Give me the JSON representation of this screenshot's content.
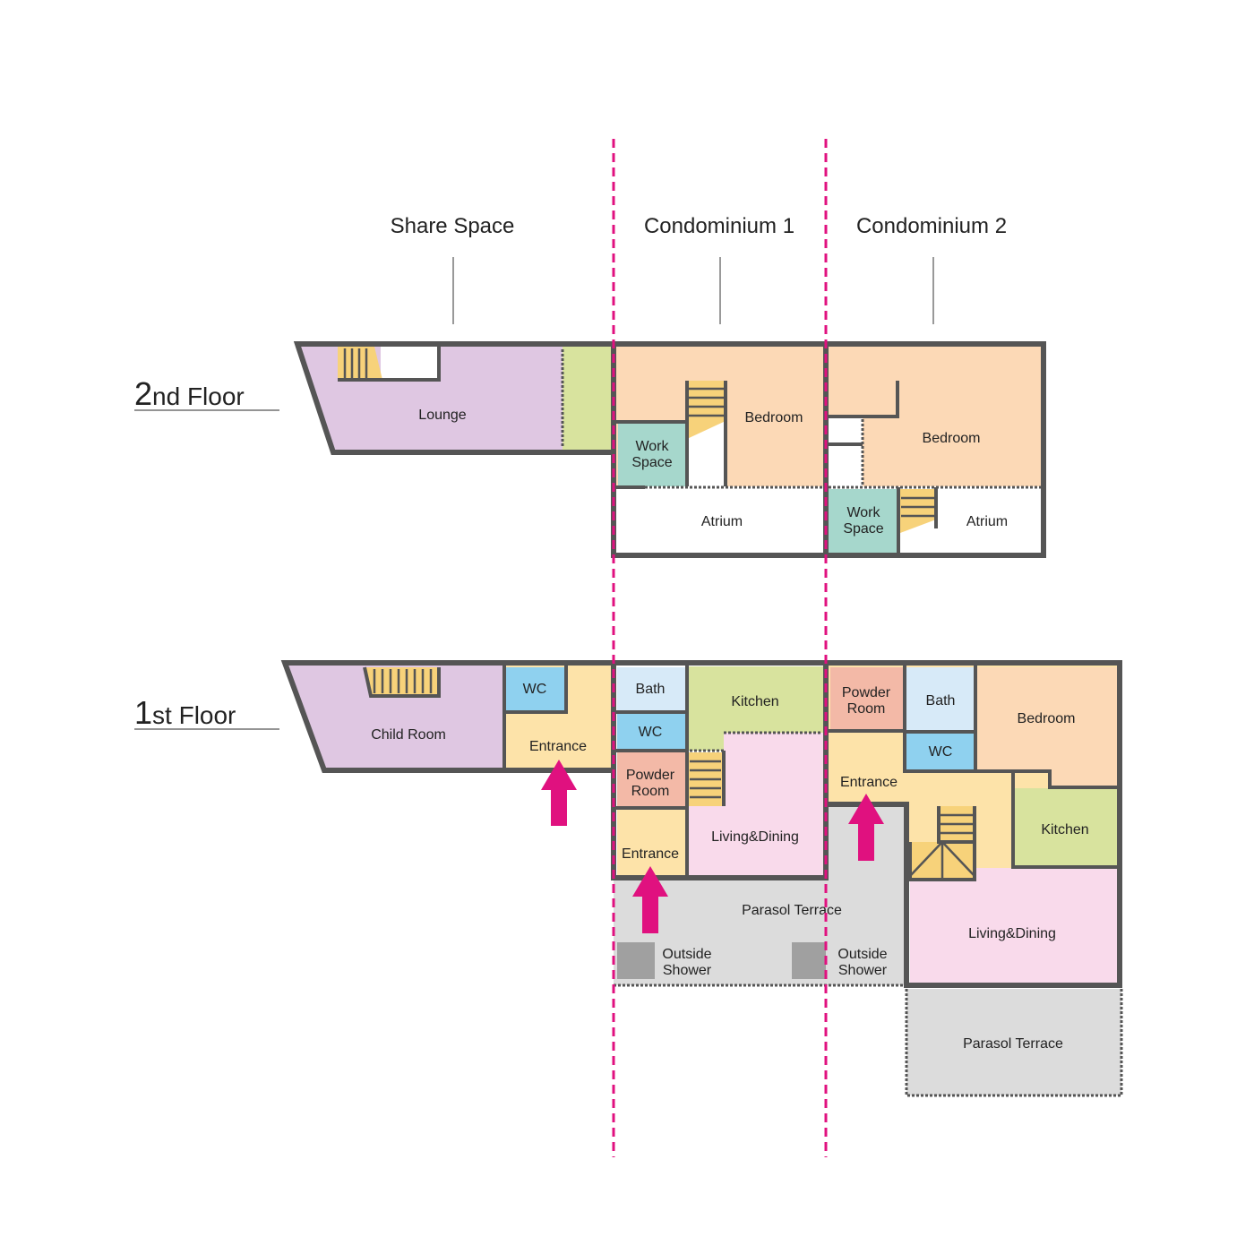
{
  "sections": {
    "share": "Share Space",
    "condo1": "Condominium 1",
    "condo2": "Condominium 2"
  },
  "floors": {
    "second": {
      "num": "2",
      "suffix": "nd Floor"
    },
    "first": {
      "num": "1",
      "suffix": "st Floor"
    }
  },
  "second_floor": {
    "lounge": "Lounge",
    "c1_bedroom": "Bedroom",
    "c1_work": [
      "Work",
      "Space"
    ],
    "c1_atrium": "Atrium",
    "c2_bedroom": "Bedroom",
    "c2_work": [
      "Work",
      "Space"
    ],
    "c2_atrium": "Atrium"
  },
  "first_floor": {
    "child_room": "Child Room",
    "share_wc": "WC",
    "share_entrance": "Entrance",
    "c1_bath": "Bath",
    "c1_wc": "WC",
    "c1_powder": [
      "Powder",
      "Room"
    ],
    "c1_entrance": "Entrance",
    "c1_kitchen": "Kitchen",
    "c1_living": "Living&Dining",
    "terrace": "Parasol Terrace",
    "shower1": [
      "Outside",
      "Shower"
    ],
    "shower2": [
      "Outside",
      "Shower"
    ],
    "c2_powder": [
      "Powder",
      "Room"
    ],
    "c2_bath": "Bath",
    "c2_wc": "WC",
    "c2_bedroom": "Bedroom",
    "c2_entrance": "Entrance",
    "c2_kitchen": "Kitchen",
    "c2_living": "Living&Dining",
    "c2_terrace": "Parasol Terrace"
  },
  "colors": {
    "wall": "#555555",
    "divider": "#e0117f",
    "purple": "#dfc7e2",
    "green": "#d8e39e",
    "peach": "#fcd9b6",
    "teal": "#a6d7cc",
    "yellow": "#fde3a9",
    "blue": "#8fd1ef",
    "lightblue": "#d7eaf8",
    "salmon": "#f3b9a7",
    "pink": "#f9daeb",
    "gray": "#dcdcdc"
  }
}
